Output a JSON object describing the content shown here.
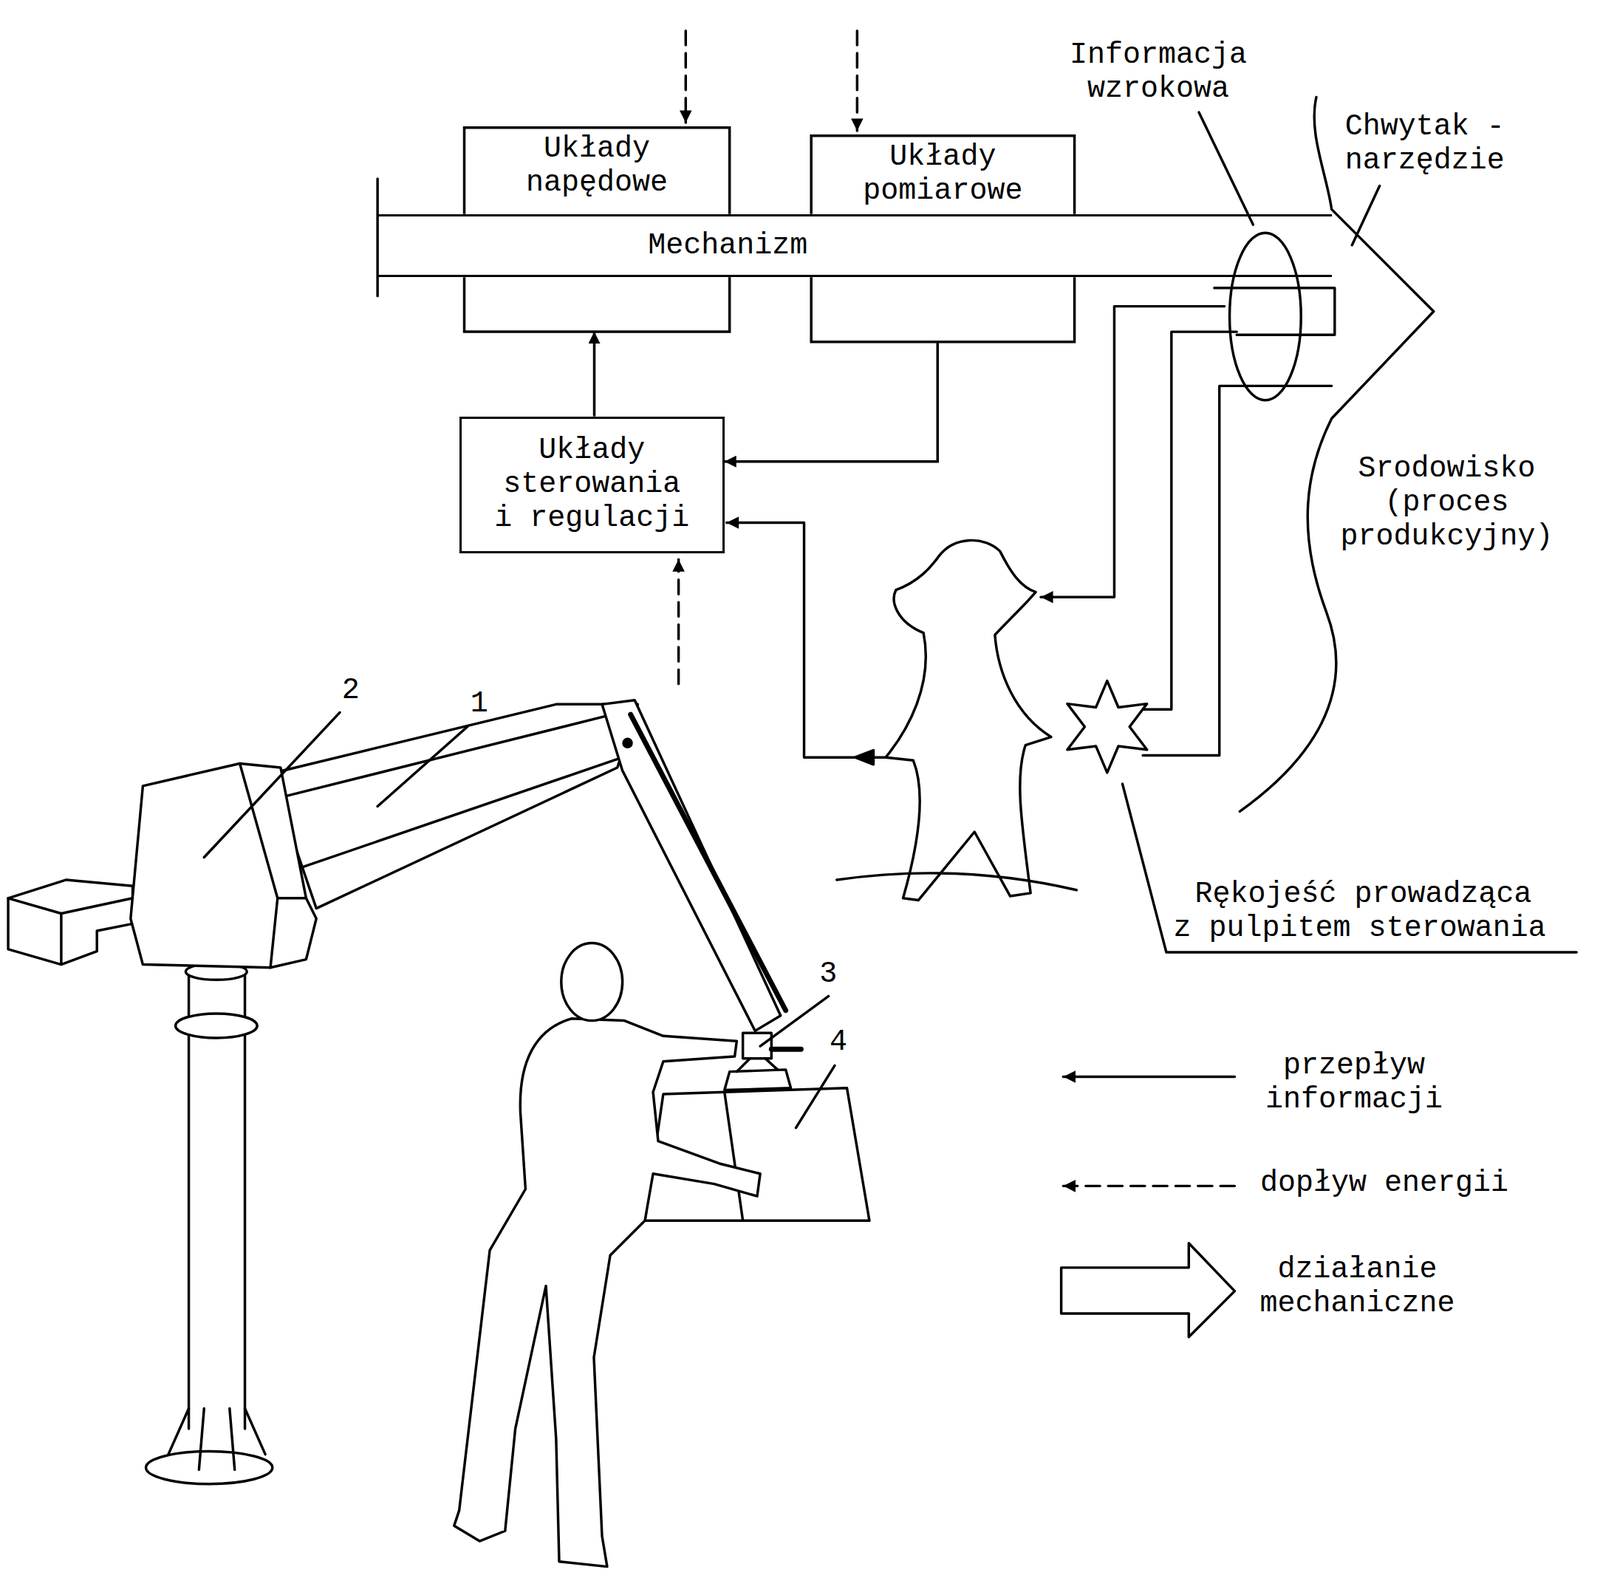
{
  "diagram": {
    "nodes": [
      {
        "text": [
          "Układy napędowe"
        ]
      },
      {
        "text": [
          "Układy pomiarowe"
        ]
      },
      {
        "text": [
          "Mechanizm"
        ]
      },
      {
        "text": [
          "Układy sterowania i regulacji"
        ]
      }
    ],
    "edges": [
      {
        "from": 1,
        "to": 3,
        "arrow": "to"
      },
      {
        "from": 3,
        "to": 0,
        "arrow": "to"
      }
    ],
    "labels": [
      "Informacja wzrokowa",
      "Chwytak - narzędzie",
      "Srodowisko (proces produkcyjny)",
      "2",
      "1",
      "3",
      "Rękojeść prowadząca z pulpitem sterowania",
      "4"
    ],
    "legend": [
      {
        "text": "przepływ informacji"
      },
      {
        "text": "dopływ energii"
      },
      {
        "text": "działanie mechaniczne"
      }
    ]
  }
}
